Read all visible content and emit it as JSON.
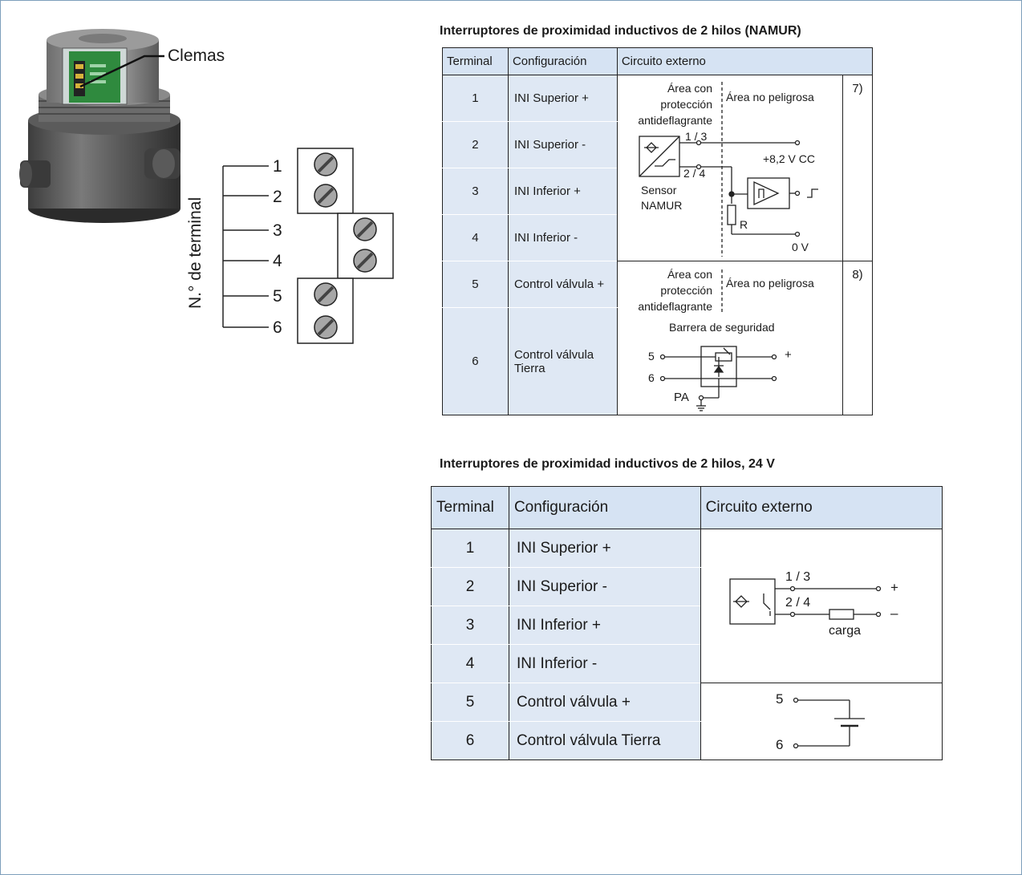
{
  "device": {
    "clemas_label": "Clemas",
    "terminal_axis_label": "N.° de terminal",
    "terminal_numbers": [
      "1",
      "2",
      "3",
      "4",
      "5",
      "6"
    ]
  },
  "namur": {
    "title": "Interruptores de proximidad inductivos de 2 hilos (NAMUR)",
    "headers": [
      "Terminal",
      "Configuración",
      "Circuito externo"
    ],
    "rows": [
      {
        "terminal": "1",
        "config": "INI Superior +"
      },
      {
        "terminal": "2",
        "config": "INI Superior -"
      },
      {
        "terminal": "3",
        "config": "INI Inferior +"
      },
      {
        "terminal": "4",
        "config": "INI Inferior -"
      },
      {
        "terminal": "5",
        "config": "Control válvula +"
      },
      {
        "terminal": "6",
        "config": "Control válvula Tierra"
      }
    ],
    "circuit1": {
      "area_protected": [
        "Área con",
        "protección",
        "antideflagrante"
      ],
      "area_safe": "Área no peligrosa",
      "pin_a": "1 / 3",
      "pin_b": "2 / 4",
      "supply": "+8,2 V CC",
      "sensor": [
        "Sensor",
        "NAMUR"
      ],
      "resistor": "R",
      "ground": "0 V",
      "note": "7)"
    },
    "circuit2": {
      "area_protected": [
        "Área con",
        "protección",
        "antideflagrante"
      ],
      "area_safe": "Área no peligrosa",
      "barrier": "Barrera de seguridad",
      "pin_5": "5",
      "pin_6": "6",
      "plus": "+",
      "pa": "PA",
      "note": "8)"
    }
  },
  "v24": {
    "title": "Interruptores de proximidad inductivos de 2 hilos, 24 V",
    "headers": [
      "Terminal",
      "Configuración",
      "Circuito externo"
    ],
    "rows": [
      {
        "terminal": "1",
        "config": "INI Superior +"
      },
      {
        "terminal": "2",
        "config": "INI Superior -"
      },
      {
        "terminal": "3",
        "config": "INI Inferior +"
      },
      {
        "terminal": "4",
        "config": "INI Inferior -"
      },
      {
        "terminal": "5",
        "config": "Control válvula +"
      },
      {
        "terminal": "6",
        "config": "Control válvula Tierra"
      }
    ],
    "circuit1": {
      "pin_a": "1 / 3",
      "pin_b": "2 / 4",
      "plus": "+",
      "minus": "–",
      "load": "carga"
    },
    "circuit2": {
      "pin_5": "5",
      "pin_6": "6"
    }
  }
}
